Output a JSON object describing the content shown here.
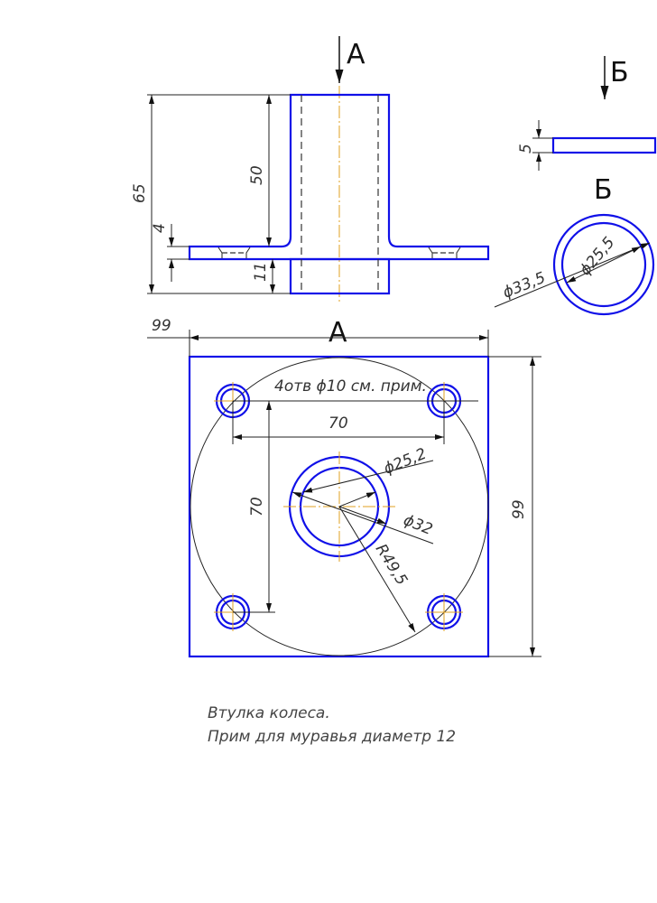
{
  "views": {
    "section_a_label": "А",
    "section_b_label": "Б",
    "view_a_title": "А",
    "view_b_title": "Б"
  },
  "dimensions": {
    "total_height": "65",
    "tube_height": "50",
    "flange_thickness": "4",
    "lower_tube": "11",
    "ring_thickness": "5",
    "ring_outer": "ϕ33,5",
    "ring_inner": "ϕ25,5",
    "plate_width": "99",
    "plate_height": "99",
    "hole_spacing_x": "70",
    "hole_spacing_y": "70",
    "holes_note": "4отв ϕ10 см. прим.",
    "hub_inner": "ϕ25,2",
    "hub_outer": "ϕ32",
    "radius": "R49,5"
  },
  "notes": [
    "Втулка колеса.",
    "Прим для муравья диаметр 12"
  ],
  "colors": {
    "object": "#1010e8",
    "axis": "#e0a020"
  }
}
